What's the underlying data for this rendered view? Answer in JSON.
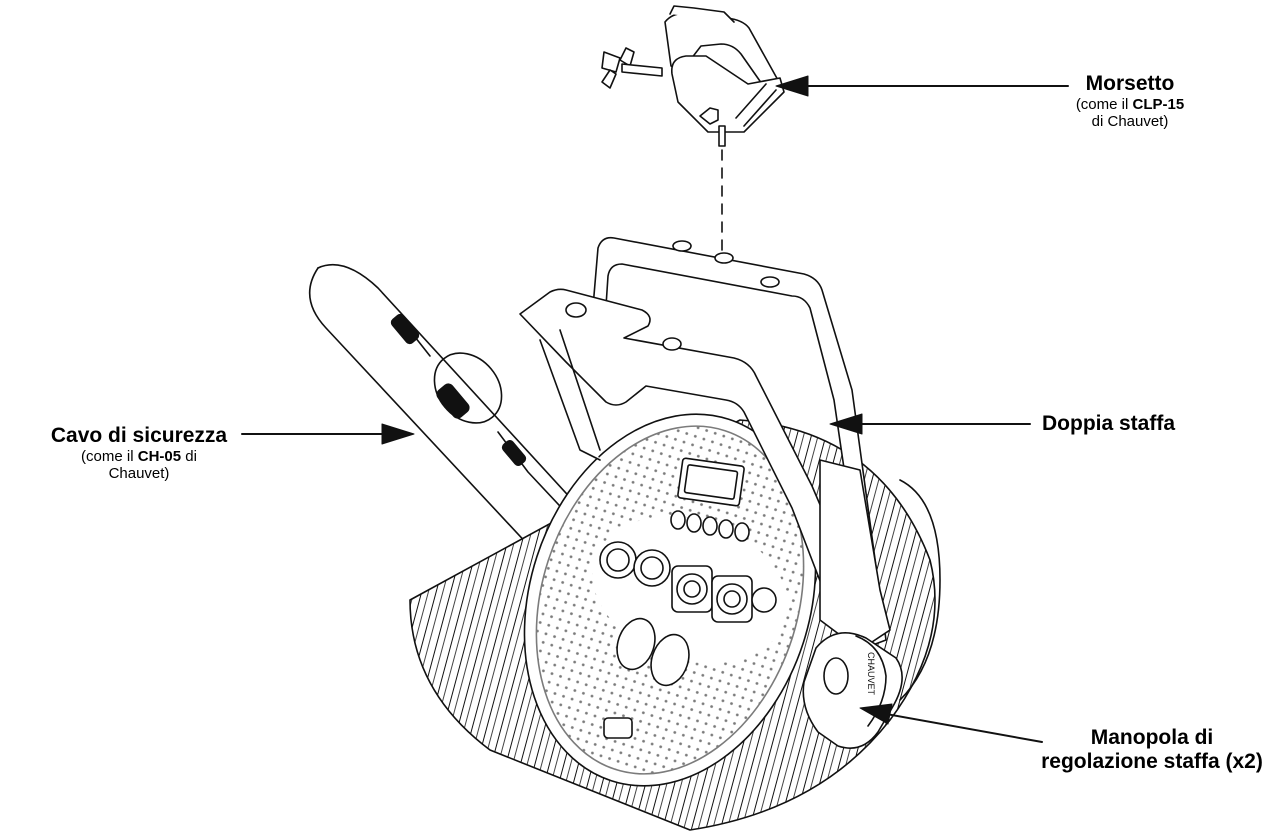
{
  "labels": {
    "clamp": {
      "title": "Morsetto",
      "sub_pre": "(come il ",
      "sub_code": "CLP-15",
      "sub_post": "di Chauvet)"
    },
    "safety": {
      "title": "Cavo di sicurezza",
      "sub_pre": "(come il ",
      "sub_code": "CH-05",
      "sub_mid": " di",
      "sub_post": "Chauvet)"
    },
    "bracket": {
      "title": "Doppia staffa"
    },
    "knob": {
      "title_line1": "Manopola di",
      "title_line2": "regolazione staffa (x2)"
    }
  },
  "device": {
    "brand_vertical": "CHAUVET"
  }
}
